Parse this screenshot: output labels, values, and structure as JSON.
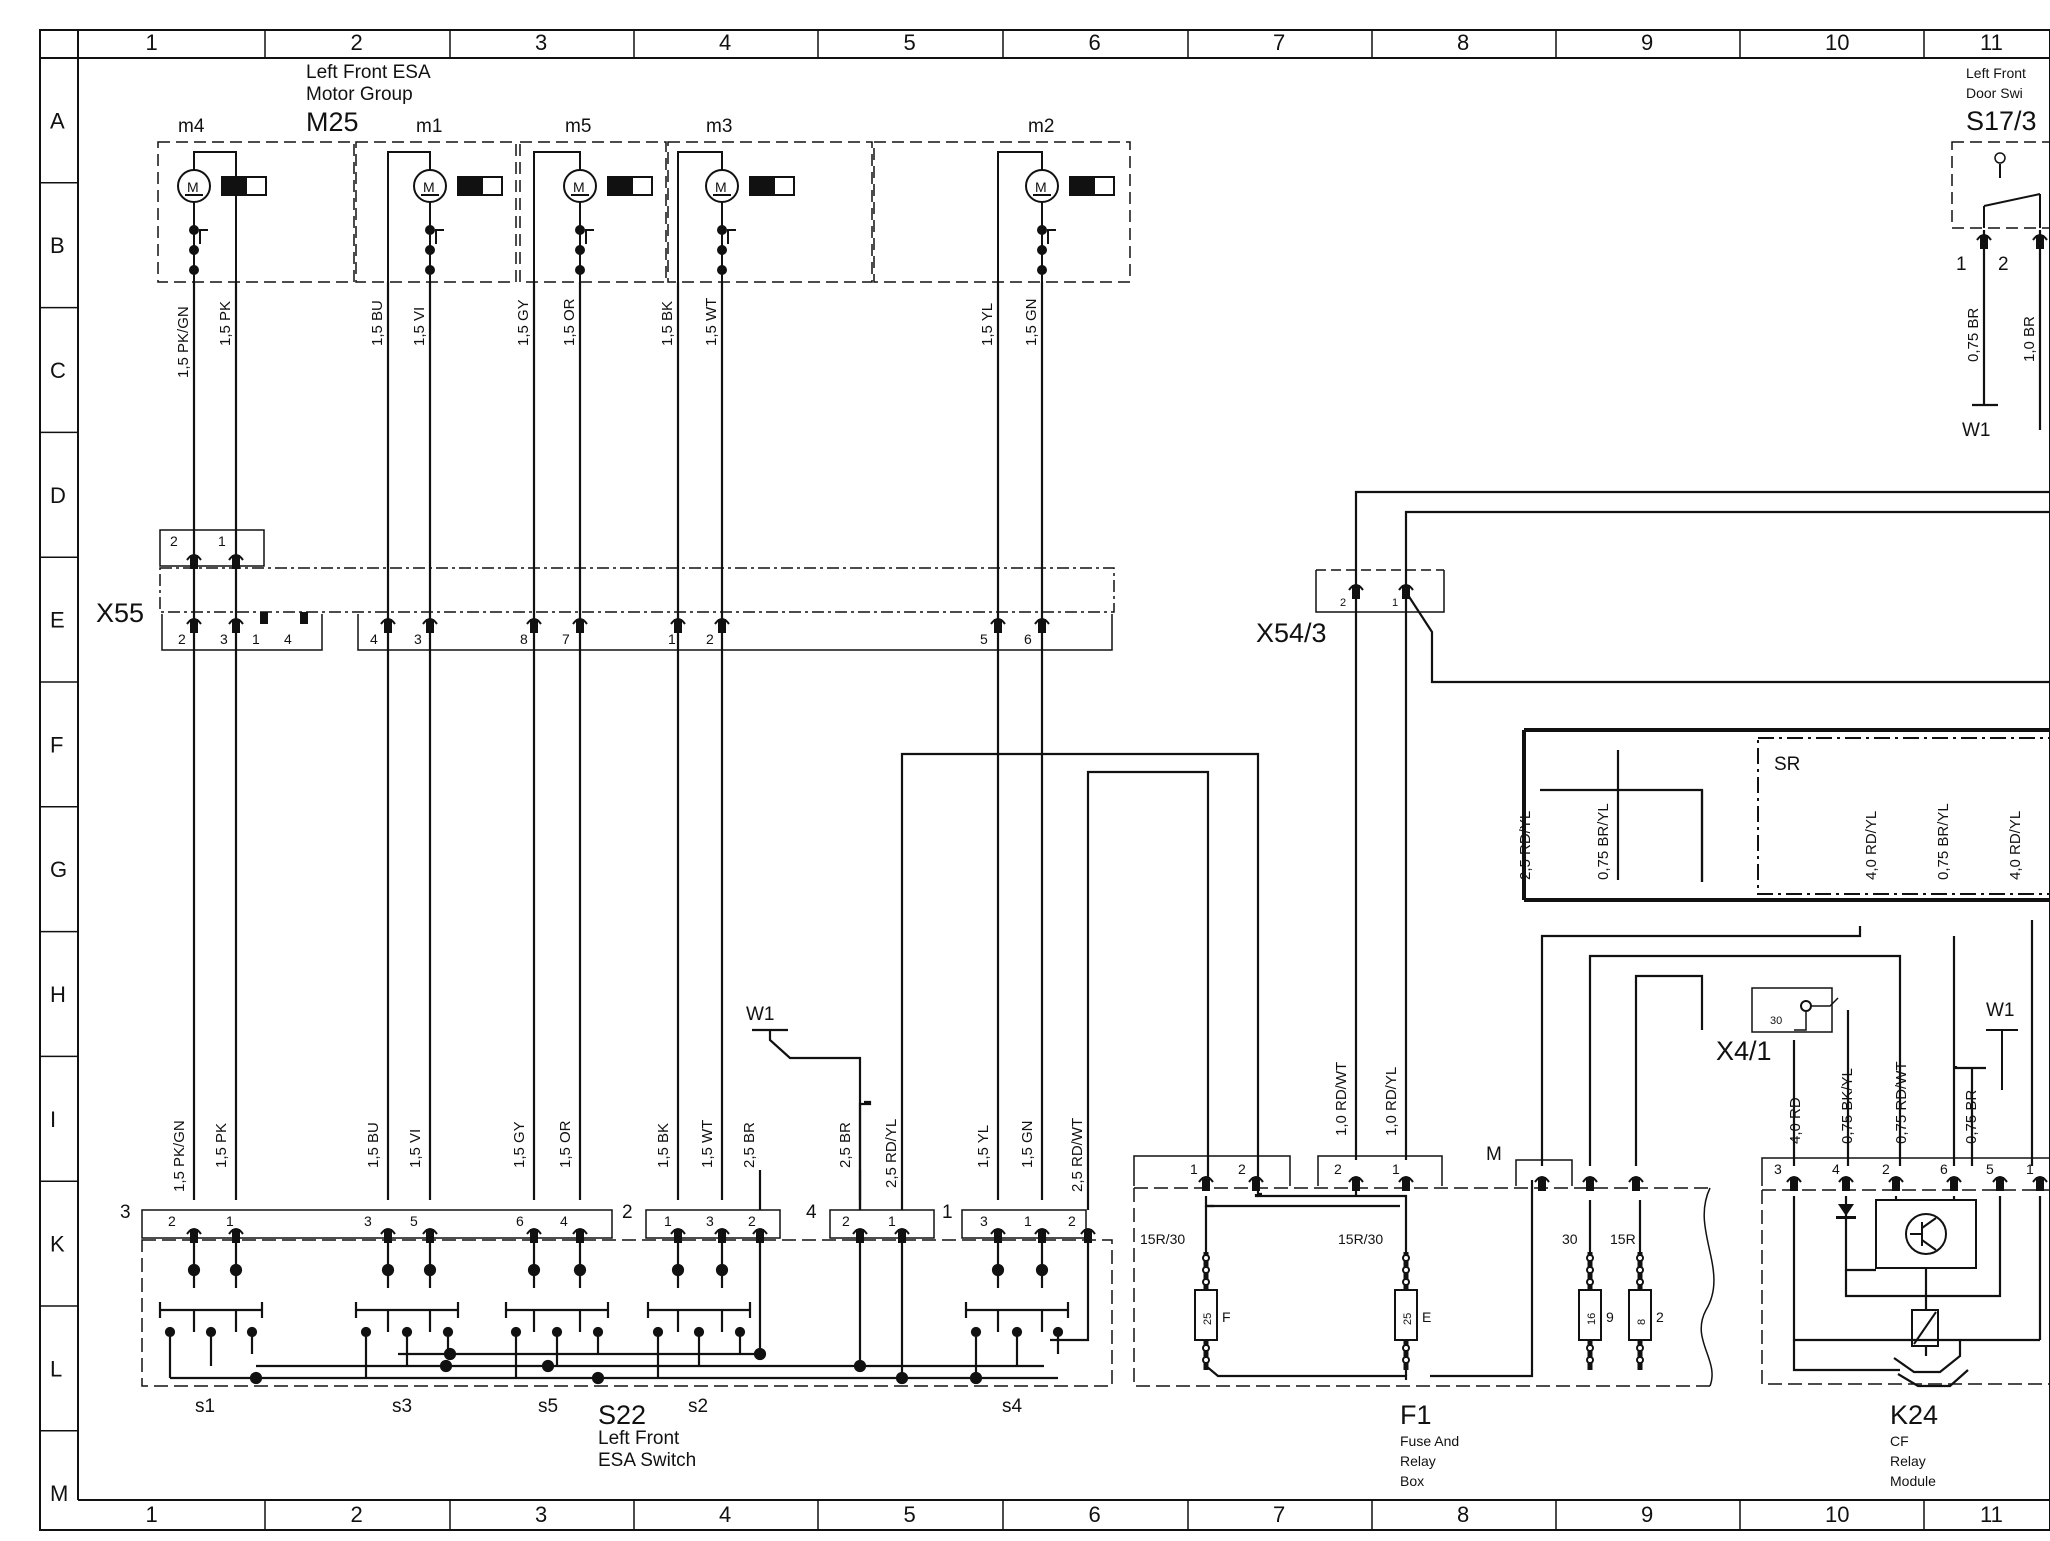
{
  "grid": {
    "cols": [
      "1",
      "2",
      "3",
      "4",
      "5",
      "6",
      "7",
      "8",
      "9",
      "10",
      "11"
    ],
    "rows": [
      "A",
      "B",
      "C",
      "D",
      "E",
      "F",
      "G",
      "H",
      "I",
      "K",
      "L",
      "M"
    ]
  },
  "m25": {
    "line1": "Left Front ESA",
    "line2": "Motor Group",
    "ref": "M25"
  },
  "motors": [
    "m4",
    "m1",
    "m5",
    "m3",
    "m2"
  ],
  "motor_symbol": "M",
  "s17": {
    "line1": "Left Front",
    "line2": "Door Swi",
    "ref": "S17/3"
  },
  "s22": {
    "ref": "S22",
    "line1": "Left Front",
    "line2": "ESA Switch"
  },
  "switches": [
    "s1",
    "s3",
    "s5",
    "s2",
    "s4"
  ],
  "f1": {
    "ref": "F1",
    "line1": "Fuse And",
    "line2": "Relay",
    "line3": "Box"
  },
  "k24": {
    "ref": "K24",
    "line1": "CF",
    "line2": "Relay",
    "line3": "Module"
  },
  "connectors": {
    "x55": "X55",
    "x54": "X54/3",
    "x41": "X4/1",
    "w1": "W1",
    "sr": "SR",
    "m": "M"
  },
  "group_nums": [
    "3",
    "2",
    "4",
    "1"
  ],
  "top_wires": [
    "1,5 PK/GN",
    "1,5 PK",
    "1,5 BU",
    "1,5 VI",
    "1,5 GY",
    "1,5 OR",
    "1,5 BK",
    "1,5 WT",
    "1,5 YL",
    "1,5 GN"
  ],
  "bottom_wires": [
    "1,5 PK/GN",
    "1,5 PK",
    "1,5 BU",
    "1,5 VI",
    "1,5 GY",
    "1,5 OR",
    "1,5 BK",
    "1,5 WT",
    "2,5 BR",
    "2,5 BR",
    "2,5 RD/YL",
    "1,5 YL",
    "1,5 GN",
    "2,5 RD/WT"
  ],
  "x55_top_pins": [
    "2",
    "1"
  ],
  "x55_bottom_pins": [
    "2",
    "3",
    "1",
    "4",
    "4",
    "3",
    "8",
    "7",
    "1",
    "2",
    "5",
    "6"
  ],
  "s22_pins": [
    "2",
    "1",
    "3",
    "5",
    "6",
    "4",
    "1",
    "3",
    "2",
    "2",
    "1",
    "3",
    "1",
    "2"
  ],
  "x54_pins": [
    "2",
    "1"
  ],
  "f1_top_pins": [
    "1",
    "2",
    "2",
    "1"
  ],
  "f1_inner": [
    "15R/30",
    "15R/30",
    "30",
    "15R"
  ],
  "fuses": [
    {
      "num": "25",
      "tag": "F"
    },
    {
      "num": "25",
      "tag": "E"
    },
    {
      "num": "16",
      "tag": "9"
    },
    {
      "num": "8",
      "tag": "2"
    }
  ],
  "f1_wires": [
    "1,0 RD/WT",
    "1,0 RD/YL"
  ],
  "sr_wires": [
    "2,5 RD/YL",
    "0,75 BR/YL",
    "4,0 RD/YL",
    "0,75 BR/YL",
    "4,0 RD/YL"
  ],
  "k24_wires": [
    "4,0 RD",
    "0,75 BK/YL",
    "0,75 RD/WT",
    "0,75 BR"
  ],
  "k24_pins": [
    "3",
    "4",
    "2",
    "6",
    "5",
    "1"
  ],
  "x41_pin": "30",
  "s17_wires": [
    "0,75 BR",
    "1,0 BR"
  ],
  "s17_pins": [
    "1",
    "2"
  ]
}
